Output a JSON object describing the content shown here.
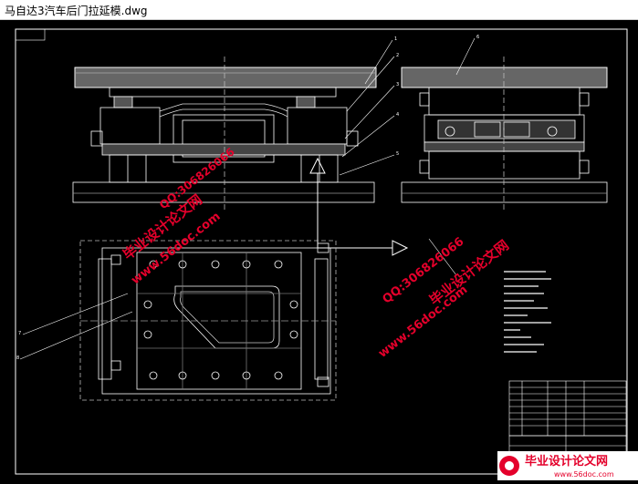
{
  "window": {
    "title": "马自达3汽车后门拉延模.dwg"
  },
  "watermarks": {
    "brand": "毕业设计论文网",
    "site": "www.56doc.com",
    "qq": "QQ:306826066",
    "banner_text": "毕业设计论文网",
    "banner_url": "www.56doc.com",
    "color": "#e4002b"
  },
  "drawing": {
    "line_color": "#ffffff",
    "background": "#000000",
    "callouts": [
      "1",
      "2",
      "3",
      "4",
      "5",
      "6",
      "7",
      "8"
    ]
  }
}
